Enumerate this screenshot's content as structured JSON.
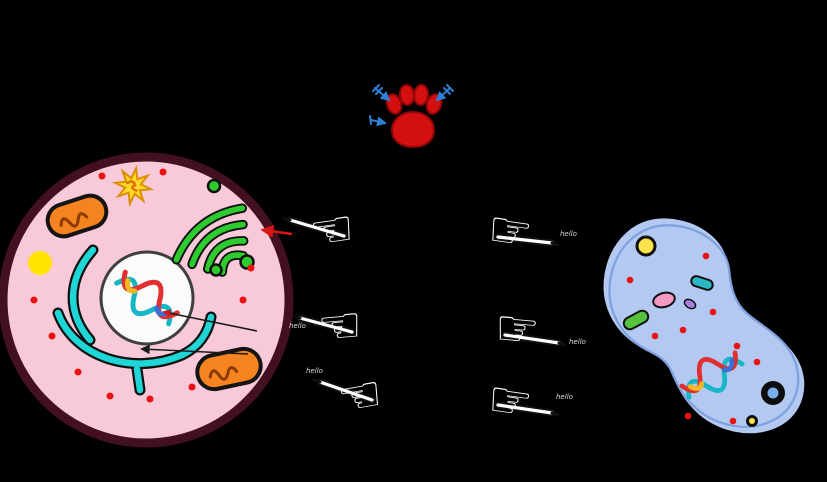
{
  "palette": {
    "background": "#000000",
    "paw": {
      "fill": "#d40f0f",
      "outline": "#8f0606",
      "dart_color": "#2f7fd6"
    },
    "eukaryote": {
      "membrane": "#42101f",
      "cytoplasm": "#f8c9d9",
      "nucleus_fill": "#fbfbfb",
      "nucleus_outline": "#3f3f3f",
      "endoplasmic_reticulum": "#1fd6d6",
      "golgi": "#2ecb2e",
      "vesicle": "#2ecb2e",
      "mitochondrion": "#f5831f",
      "mitochondrion_crista": "#8a3a00",
      "lysosome": "#ffe400",
      "centrosome": "#ffd929",
      "ribosome": "#ea1111",
      "pointer_line": "#1a1a1a",
      "arrow": "#d61616"
    },
    "prokaryote": {
      "wall": "#000000",
      "inner_rim": "#7fa2de",
      "cytoplasm": "#b3c9f1",
      "plasmid": "#ffe34d",
      "inclusion_teal": "#2bb8c4",
      "inclusion_pink": "#f29ac4",
      "inclusion_green": "#57c23e",
      "inclusion_purple": "#a77fe2",
      "granule_outer": "#0d0d0d",
      "granule_inner": "#79aee8",
      "ribosome": "#ea1111"
    },
    "dna": {
      "strand_a": "#17b6c6",
      "strand_b": "#e03030",
      "accent_1": "#f5b81f",
      "accent_2": "#3b6fd4"
    },
    "hand": "#ffffff"
  },
  "hands": {
    "left_glyph": "☜",
    "right_glyph": "☞",
    "labels": {
      "left_middle": "hello",
      "left_bottom": "hello",
      "right_top": "hello",
      "right_middle": "hello",
      "right_bottom": "hello"
    }
  }
}
